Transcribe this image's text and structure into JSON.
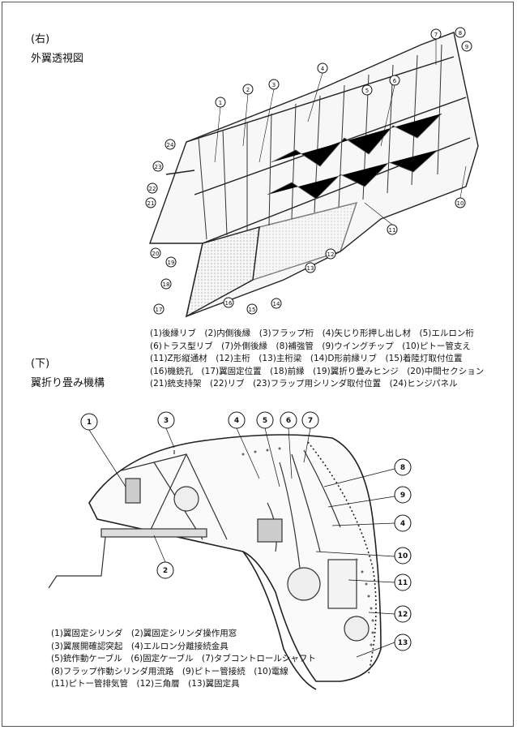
{
  "top_section": {
    "tag": "(右)",
    "title": "外翼透視図",
    "callouts": [
      "1",
      "2",
      "3",
      "4",
      "5",
      "6",
      "7",
      "8",
      "9",
      "10",
      "11",
      "12",
      "13",
      "14",
      "15",
      "16",
      "17",
      "18",
      "19",
      "20",
      "21",
      "22",
      "23",
      "24"
    ],
    "legend": [
      "(1)後縁リブ　(2)内側後縁　(3)フラップ桁　(4)矢じり形押し出し材　(5)エルロン桁",
      "(6)トラス型リブ　(7)外側後縁　(8)補強管　(9)ウイングチップ　(10)ピトー管支え",
      "(11)Z形縦通材　(12)主桁　(13)主桁梁　(14)D形前縁リブ　(15)着陸灯取付位置",
      "(16)機銃孔　(17)翼固定位置　(18)前縁　(19)翼折り畳みヒンジ　(20)中間セクション",
      "(21)銃支持架　(22)リブ　(23)フラップ用シリンダ取付位置　(24)ヒンジパネル"
    ]
  },
  "bottom_section": {
    "tag": "(下)",
    "title": "翼折り畳み機構",
    "callouts": [
      "1",
      "2",
      "3",
      "4",
      "5",
      "6",
      "7",
      "8",
      "9",
      "4",
      "10",
      "11",
      "12",
      "13"
    ],
    "legend": [
      "(1)翼固定シリンダ　(2)翼固定シリンダ操作用窓",
      "(3)翼展開確認突起　(4)エルロン分離接続金具",
      "(5)銃作動ケーブル　(6)固定ケーブル　(7)タブコントロールシャフト",
      "(8)フラップ作動シリンダ用流路　(9)ピトー管接続　(10)電線",
      "(11)ピトー管排気管　(12)三角層　(13)翼固定具"
    ]
  }
}
